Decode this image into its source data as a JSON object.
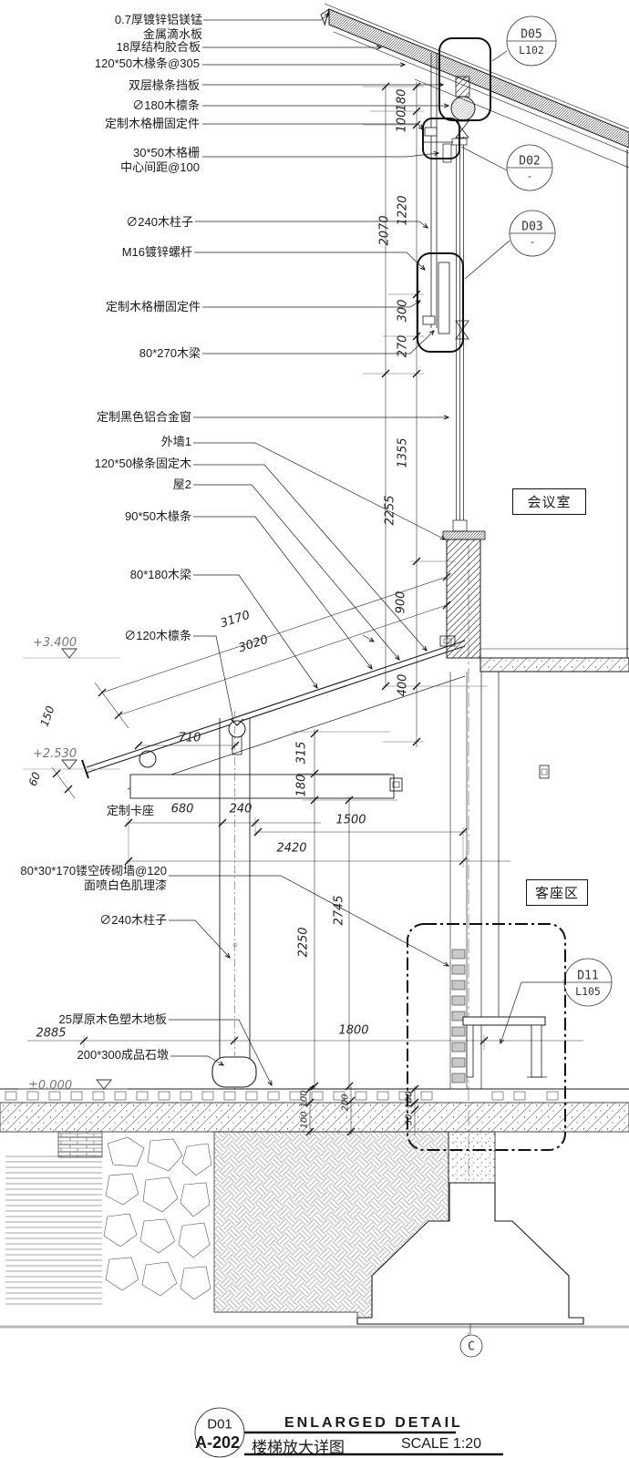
{
  "drawing": {
    "rooms": {
      "meeting": "会议室",
      "guest": "客座区"
    },
    "grid": {
      "c": "C"
    },
    "bubbles": {
      "d05": {
        "top": "D05",
        "bottom": "L102"
      },
      "d02": {
        "top": "D02",
        "bottom": "-"
      },
      "d03": {
        "top": "D03",
        "bottom": "-"
      },
      "d11": {
        "top": "D11",
        "bottom": "L105"
      }
    },
    "levels": {
      "l1": "+3.400",
      "l2": "+2.530",
      "l3": "±0.000"
    },
    "annotations": {
      "a0": "0.7厚镀锌铝镁锰",
      "a0b": "金属滴水板",
      "a1": "18厚结构胶合板",
      "a2": "120*50木椽条@305",
      "a3": "双层椽条挡板",
      "a4": "∅180木檩条",
      "a5": "定制木格栅固定件",
      "a6": "30*50木格栅",
      "a6b": "中心间距@100",
      "a7": "∅240木柱子",
      "a8": "M16镀锌螺杆",
      "a9": "定制木格栅固定件",
      "a10": "80*270木梁",
      "a11": "定制黑色铝合金窗",
      "a12": "外墙1",
      "a13": "120*50椽条固定木",
      "a14": "屋2",
      "a15": "90*50木椽条",
      "a16": "80*180木梁",
      "a17": "∅120木檩条",
      "a18": "定制卡座",
      "a19": "80*30*170镂空砖砌墙@120",
      "a19b": "面喷白色肌理漆",
      "a20": "∅240木柱子",
      "a21": "25厚原木色塑木地板",
      "a22": "200*300成品石墩"
    },
    "dims": {
      "v180a": "180",
      "v100": "100",
      "v1220": "1220",
      "v2070": "2070",
      "v300": "300",
      "v270": "270",
      "v1355": "1355",
      "v2255": "2255",
      "v900": "900",
      "v400": "400",
      "v315": "315",
      "v180b": "180",
      "v2745": "2745",
      "v2250": "2250",
      "h680": "680",
      "h240": "240",
      "h1500": "1500",
      "h2420": "2420",
      "h710": "710",
      "h1800": "1800",
      "h2885": "2885",
      "s3170": "3170",
      "s3020": "3020",
      "s150": "150",
      "s60": "60",
      "f100a": "100",
      "f100b": "100",
      "f200": "200",
      "f100c": "100",
      "f50": "50"
    }
  },
  "title_block": {
    "bubble": "D01",
    "title_en": "ENLARGED DETAIL",
    "sheet": "A-202",
    "title_cn": "楼梯放大详图",
    "scale": "SCALE 1:20"
  }
}
